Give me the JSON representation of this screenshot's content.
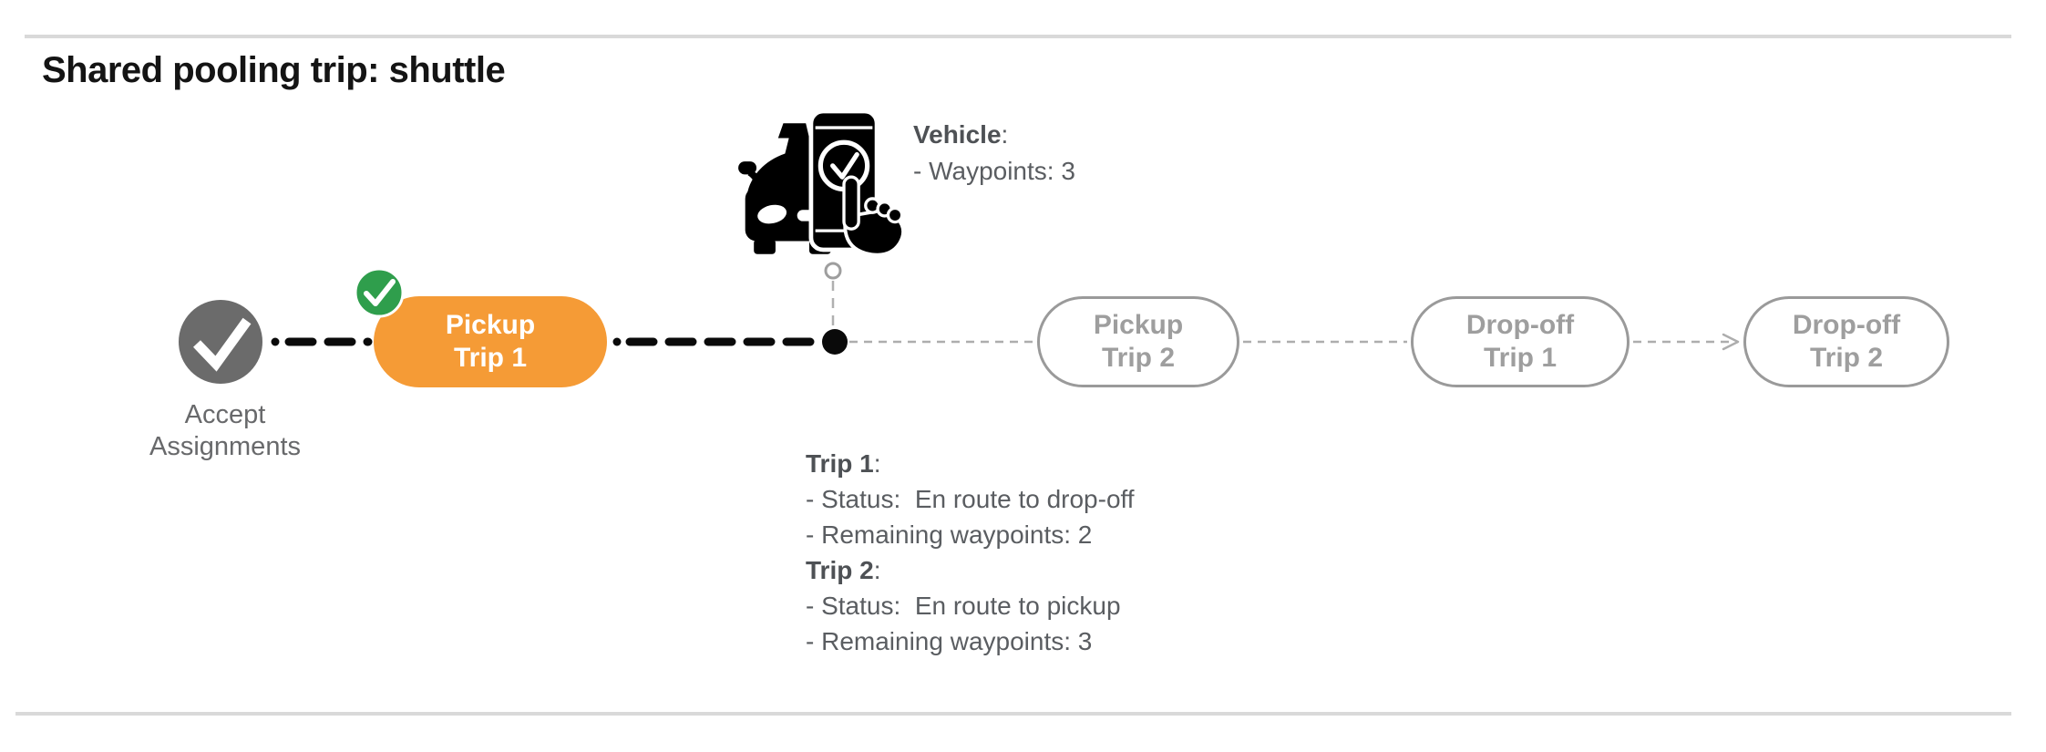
{
  "header": {
    "title": "Shared pooling trip: shuttle"
  },
  "vehicle_panel": {
    "heading": "Vehicle",
    "heading_suffix": ":",
    "waypoints_line": "- Waypoints: 3",
    "icon": "taxi-phone-check-icon"
  },
  "timeline": {
    "start": {
      "line1": "Accept",
      "line2": "Assignments",
      "icon": "check-icon"
    },
    "stops": [
      {
        "line1": "Pickup",
        "line2": "Trip 1",
        "state": "completed-active",
        "badge_icon": "check-icon"
      },
      {
        "line1": "Pickup",
        "line2": "Trip 2",
        "state": "upcoming"
      },
      {
        "line1": "Drop-off",
        "line2": "Trip 1",
        "state": "upcoming"
      },
      {
        "line1": "Drop-off",
        "line2": "Trip 2",
        "state": "upcoming"
      }
    ],
    "vehicle_position": "between Pickup Trip 1 and Pickup Trip 2"
  },
  "status_panel": {
    "trip1_heading": "Trip 1",
    "trip1_heading_suffix": ":",
    "trip1_status": "- Status:  En route to drop-off",
    "trip1_waypoints": "- Remaining waypoints: 2",
    "trip2_heading": "Trip 2",
    "trip2_heading_suffix": ":",
    "trip2_status": "- Status:  En route to pickup",
    "trip2_waypoints": "- Remaining waypoints: 3"
  },
  "colors": {
    "active_stop_orange": "#f59b36",
    "completed_badge_green": "#2f9e4c",
    "start_node_gray": "#6b6b6b",
    "pending_stroke_gray": "#9a9a9a",
    "text_gray": "#5a5d61",
    "divider_gray": "#d9d9d9",
    "traveled_path_black": "#0a0a0a"
  }
}
